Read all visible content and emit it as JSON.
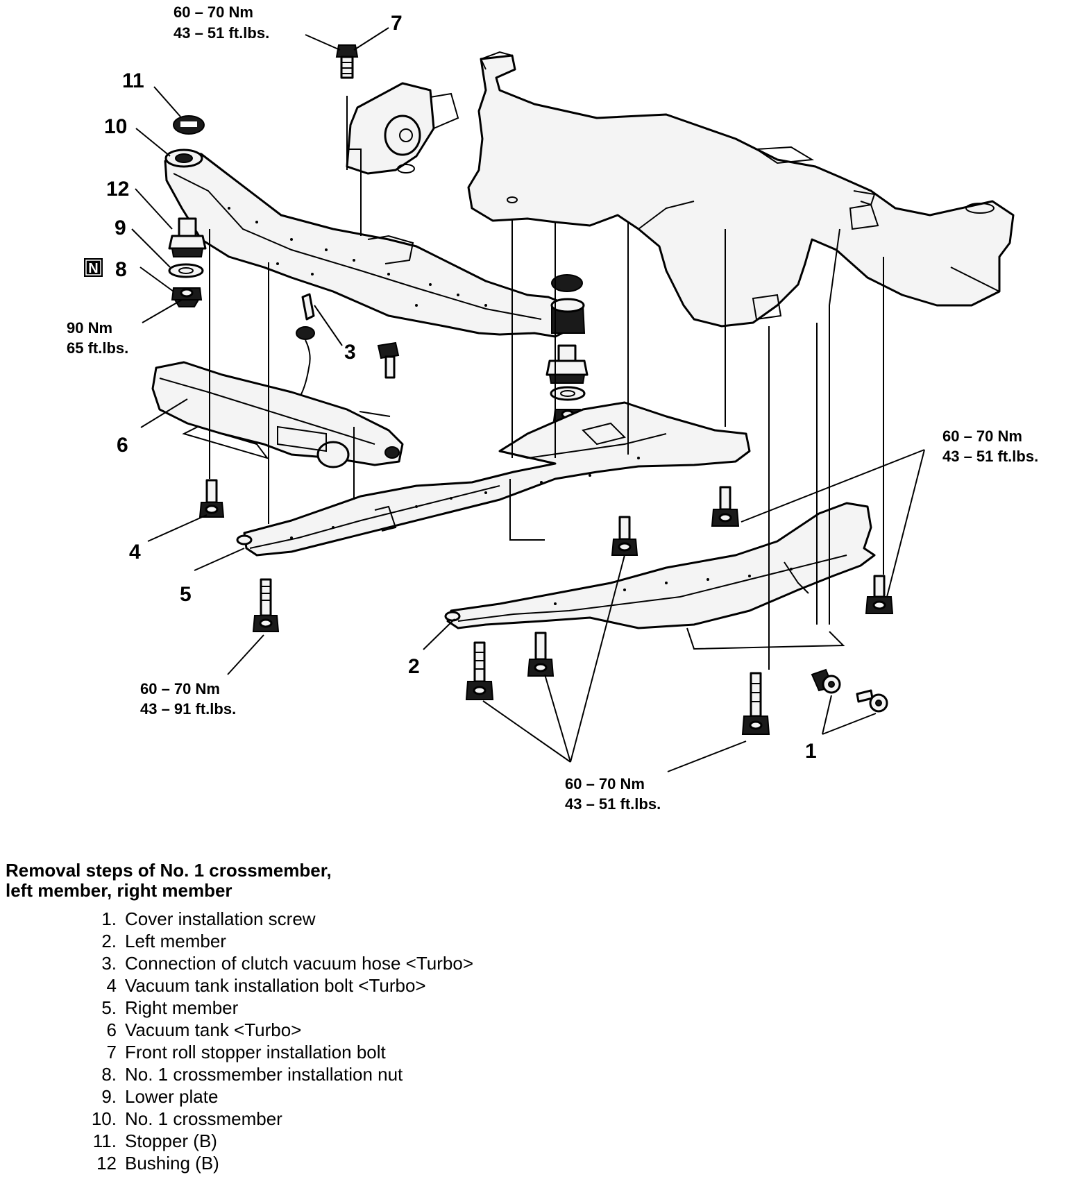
{
  "diagram": {
    "callouts": [
      "1",
      "2",
      "3",
      "4",
      "5",
      "6",
      "7",
      "8",
      "9",
      "10",
      "11",
      "12"
    ],
    "badge": "N",
    "torque": {
      "top_nm": "60 – 70 Nm",
      "top_ft": "43 – 51 ft.lbs.",
      "nut_nm": "90 Nm",
      "nut_ft": "65 ft.lbs.",
      "right_nm": "60 – 70 Nm",
      "right_ft": "43 – 51 ft.lbs.",
      "left_nm": "60 – 70 Nm",
      "left_ft": "43 – 91 ft.lbs.",
      "bottom_nm": "60 – 70 Nm",
      "bottom_ft": "43 – 51 ft.lbs."
    }
  },
  "steps": {
    "title_line1": "Removal steps of No. 1 crossmember,",
    "title_line2": "left member, right member",
    "items": [
      {
        "num": "1.",
        "text": "Cover installation screw"
      },
      {
        "num": "2.",
        "text": "Left member"
      },
      {
        "num": "3.",
        "text": "Connection of clutch vacuum hose <Turbo>"
      },
      {
        "num": "4",
        "text": "Vacuum tank installation bolt <Turbo>"
      },
      {
        "num": "5.",
        "text": "Right member"
      },
      {
        "num": "6",
        "text": "Vacuum tank <Turbo>"
      },
      {
        "num": "7",
        "text": "Front roll stopper installation bolt"
      },
      {
        "num": "8.",
        "text": "No. 1 crossmember installation nut"
      },
      {
        "num": "9.",
        "text": "Lower plate"
      },
      {
        "num": "10.",
        "text": "No. 1 crossmember"
      },
      {
        "num": "11.",
        "text": "Stopper (B)"
      },
      {
        "num": "12",
        "text": "Bushing (B)"
      }
    ]
  }
}
